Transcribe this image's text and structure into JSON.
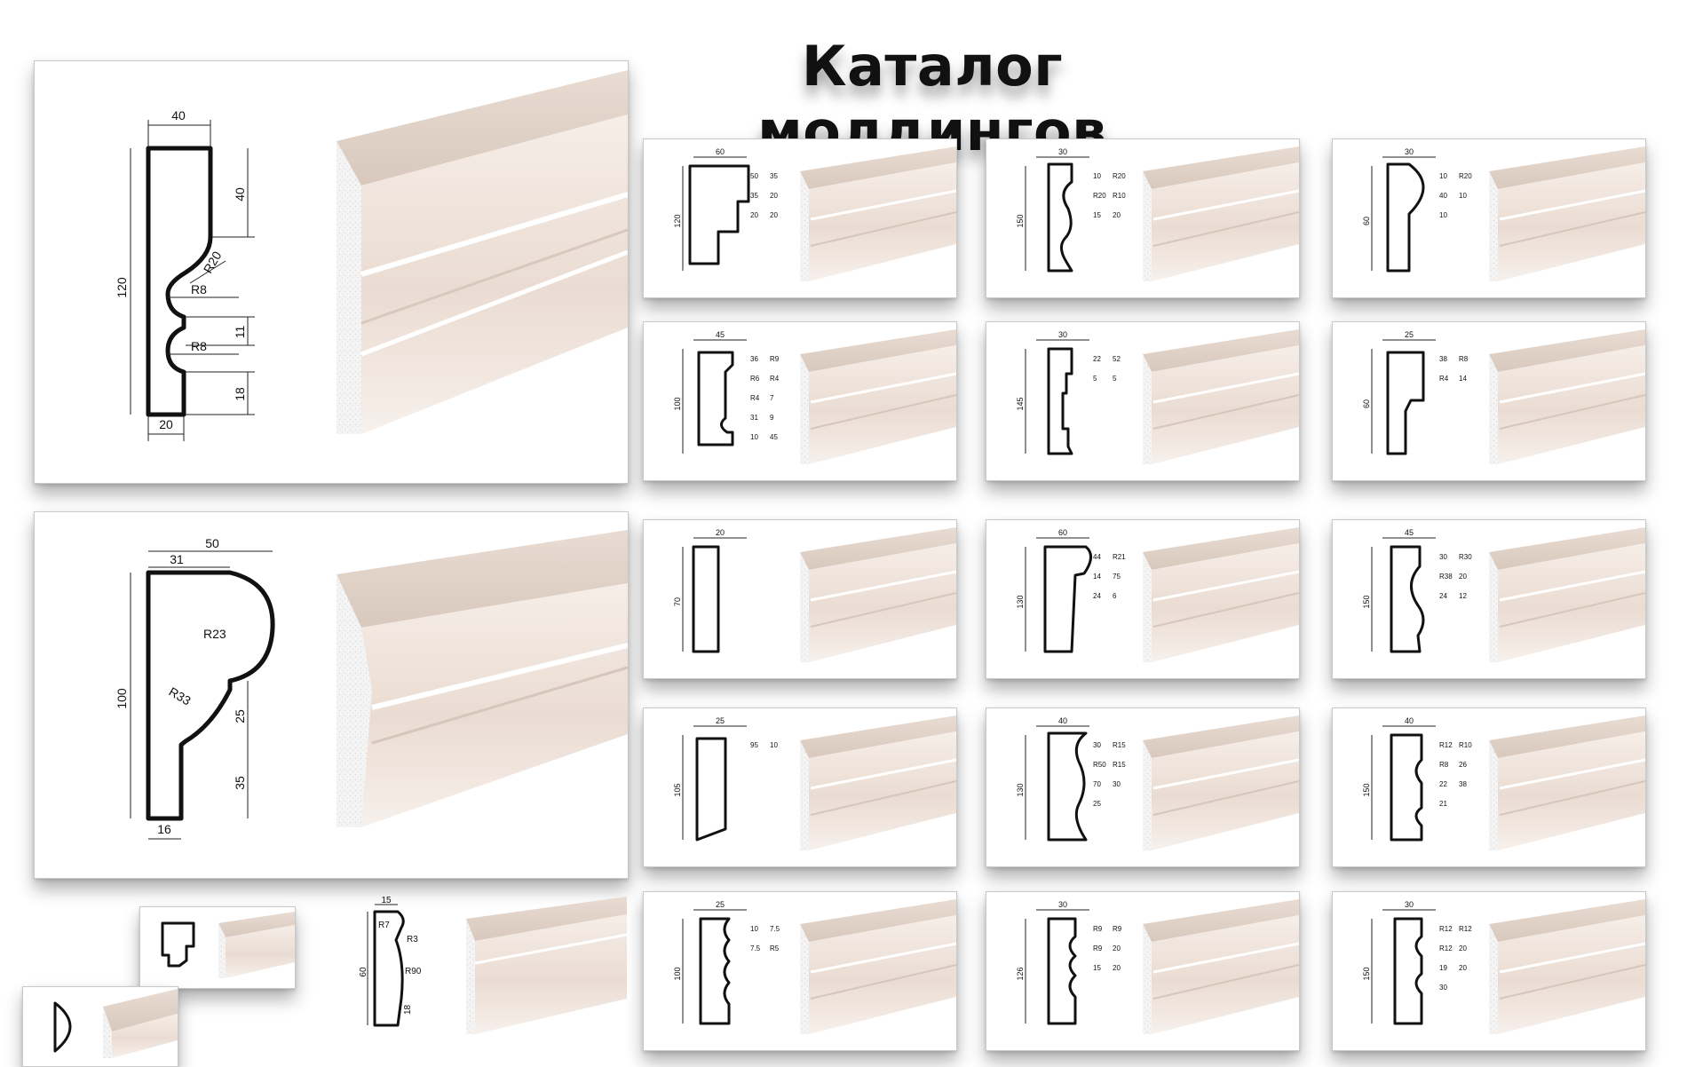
{
  "title": "Каталог молдингов",
  "colors": {
    "molding": "#efe4dc",
    "molding_shadow": "#d6c6bb",
    "foam": "#f3f3f3",
    "outline": "#111111"
  },
  "large_1": {
    "w": "40",
    "h": "120",
    "top": "40",
    "r1": "R20",
    "r2": "R8",
    "r3": "R8",
    "gap": "11",
    "bot": "18",
    "base": "20"
  },
  "large_2": {
    "w": "50",
    "w2": "31",
    "h": "100",
    "r1": "R23",
    "r2": "R33",
    "m": "25",
    "bot": "35",
    "base": "16"
  },
  "small_3": {
    "w": "15",
    "h": "60",
    "r1": "R7",
    "r2": "R3",
    "r3": "R90",
    "bot": "18"
  },
  "grid": [
    {
      "w": "60",
      "h": "120",
      "a": "50",
      "b": "35",
      "c": "35",
      "d": "20",
      "e": "20",
      "f": "20"
    },
    {
      "w": "30",
      "h": "150",
      "a": "10",
      "r1": "R20",
      "r2": "R20",
      "r3": "R10",
      "d": "15",
      "e": "20"
    },
    {
      "w": "30",
      "h": "60",
      "a": "10",
      "r1": "R20",
      "b": "40",
      "c": "10",
      "d": "10"
    },
    {
      "w": "45",
      "w2": "36",
      "h": "100",
      "r1": "R9",
      "r2": "R6",
      "r3": "R4",
      "r4": "R4",
      "a": "7",
      "b": "31",
      "c": "9",
      "d": "10",
      "base": "45"
    },
    {
      "w": "30",
      "h": "145",
      "a": "22",
      "b": "52",
      "c": "5",
      "d": "5"
    },
    {
      "w": "25",
      "h": "60",
      "a": "38",
      "r1": "R8",
      "r2": "R4",
      "base": "14"
    },
    {
      "w": "20",
      "h": "70"
    },
    {
      "w": "60",
      "w2": "44",
      "h": "130",
      "r1": "R21",
      "a": "14",
      "b": "75",
      "base": "24",
      "c": "6"
    },
    {
      "w": "45",
      "h": "150",
      "a": "30",
      "r1": "R30",
      "r2": "R38",
      "b": "20",
      "base": "24",
      "c": "12"
    },
    {
      "w": "25",
      "h": "105",
      "a": "95",
      "b": "10"
    },
    {
      "w": "40",
      "h": "130",
      "a": "30",
      "r1": "R15",
      "r2": "R50",
      "r3": "R15",
      "b": "70",
      "c": "30",
      "base": "25"
    },
    {
      "w": "40",
      "h": "150",
      "r1": "R12",
      "r2": "R10",
      "r3": "R8",
      "a": "26",
      "b": "22",
      "c": "38",
      "base": "21"
    },
    {
      "w": "25",
      "h": "100",
      "a": "10",
      "b": "7.5",
      "c": "7.5",
      "r1": "R5"
    },
    {
      "w": "30",
      "h": "126",
      "r1": "R9",
      "r2": "R9",
      "r3": "R9",
      "a": "20",
      "b": "15",
      "c": "20"
    },
    {
      "w": "30",
      "h": "150",
      "r1": "R12",
      "r2": "R12",
      "r3": "R12",
      "a": "20",
      "b": "19",
      "c": "20",
      "base": "30"
    }
  ]
}
